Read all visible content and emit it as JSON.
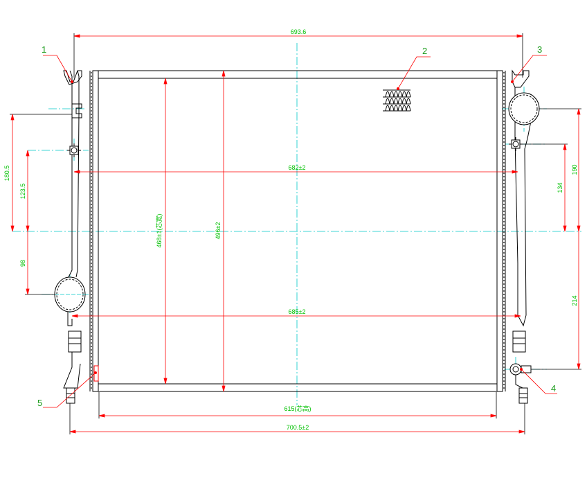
{
  "dimensions": {
    "top_overall": "693.6",
    "upper_width": "682±2",
    "lower_width": "685±2",
    "core_width": "615(芯高)",
    "bottom_overall": "700.5±2",
    "core_height": "468±1(芯宽)",
    "tank_height": "496±2",
    "left_top_offset": "180.5",
    "left_mount_offset": "123.5",
    "left_bottom_offset": "98",
    "right_top_offset": "190",
    "right_mount_offset": "134",
    "right_bottom_offset": "214"
  },
  "callouts": [
    "1",
    "2",
    "3",
    "4",
    "5"
  ],
  "colors": {
    "outline": "#000000",
    "dimension": "#ff0000",
    "dimension_text": "#00c000",
    "centerline": "#00c8c8",
    "callout_leader": "#ff0000",
    "callout_text": "#1c9c1c"
  }
}
